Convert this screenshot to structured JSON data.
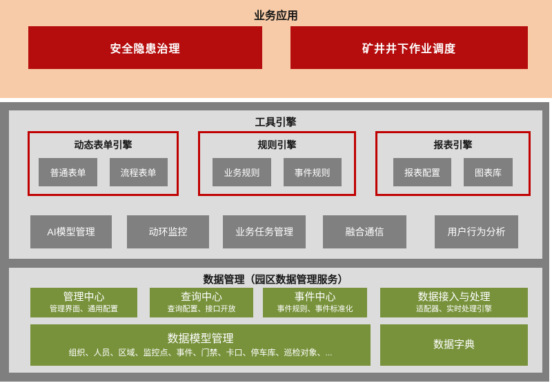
{
  "business": {
    "title": "业务应用",
    "apps": [
      {
        "label": "安全隐患治理"
      },
      {
        "label": "矿井井下作业调度"
      }
    ]
  },
  "tools": {
    "title": "工具引擎",
    "engines": [
      {
        "title": "动态表单引擎",
        "items": [
          {
            "label": "普通表单"
          },
          {
            "label": "流程表单"
          }
        ]
      },
      {
        "title": "规则引擎",
        "items": [
          {
            "label": "业务规则"
          },
          {
            "label": "事件规则"
          }
        ]
      },
      {
        "title": "报表引擎",
        "items": [
          {
            "label": "报表配置"
          },
          {
            "label": "图表库"
          }
        ]
      }
    ],
    "modules": [
      {
        "label": "AI模型管理"
      },
      {
        "label": "动环监控"
      },
      {
        "label": "业务任务管理"
      },
      {
        "label": "融合通信"
      },
      {
        "label": "用户行为分析"
      }
    ]
  },
  "data_management": {
    "title": "数据管理（园区数据管理服务）",
    "centers": [
      {
        "title": "管理中心",
        "subtitle": "管理界面、通用配置"
      },
      {
        "title": "查询中心",
        "subtitle": "查询配置、接口开放"
      },
      {
        "title": "事件中心",
        "subtitle": "事件规则、事件标准化"
      },
      {
        "title": "数据接入与处理",
        "subtitle": "适配器、实时处理引擎"
      }
    ],
    "model_box": {
      "title": "数据模型管理",
      "subtitle": "组织、人员、区域、监控点、事件、门禁、卡口、停车库、巡检对象、..."
    },
    "dictionary_box": {
      "title": "数据字典"
    }
  },
  "colors": {
    "peach_bg": "#f7cba7",
    "app_red": "#b50d0d",
    "engine_border_red": "#c00000",
    "frame_gray": "#7f7f7f",
    "panel_gray": "#dcdcdc",
    "box_gray": "#808080",
    "green": "#78923c",
    "text_dark": "#151515",
    "text_light": "#ffffff"
  }
}
